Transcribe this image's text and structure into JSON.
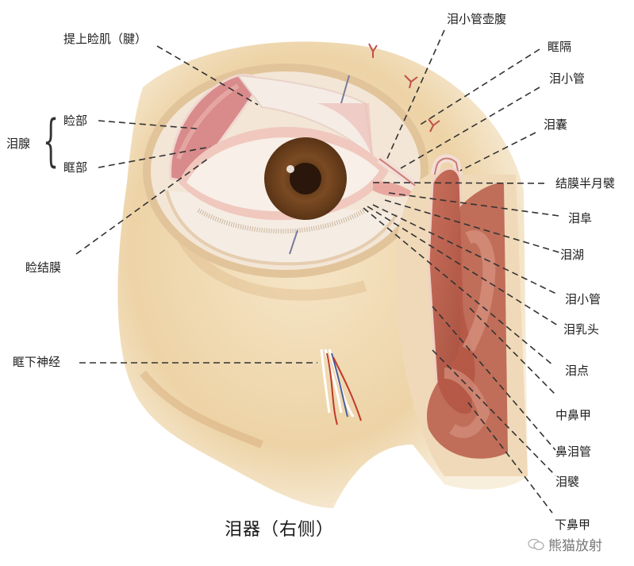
{
  "title": "泪器（右侧）",
  "watermark": {
    "text": "熊猫放射",
    "icon": "wechat-icon"
  },
  "labels": {
    "left": [
      {
        "id": "levator",
        "text": "提上睑肌（腱）"
      },
      {
        "id": "palpebral_part",
        "text": "睑部"
      },
      {
        "id": "lacrimal_gland",
        "text": "泪腺"
      },
      {
        "id": "orbital_part",
        "text": "眶部"
      },
      {
        "id": "palpebral_conjunctiva",
        "text": "睑结膜"
      },
      {
        "id": "infraorbital_nerve",
        "text": "眶下神经"
      }
    ],
    "right": [
      {
        "id": "ampulla",
        "text": "泪小管壶腹"
      },
      {
        "id": "orbital_septum",
        "text": "眶隔"
      },
      {
        "id": "canaliculus_upper",
        "text": "泪小管"
      },
      {
        "id": "lacrimal_sac",
        "text": "泪囊"
      },
      {
        "id": "plica_semilunaris",
        "text": "结膜半月襞"
      },
      {
        "id": "caruncle",
        "text": "泪阜"
      },
      {
        "id": "lacrimal_lake",
        "text": "泪湖"
      },
      {
        "id": "canaliculus_lower",
        "text": "泪小管"
      },
      {
        "id": "lacrimal_papilla",
        "text": "泪乳头"
      },
      {
        "id": "punctum",
        "text": "泪点"
      },
      {
        "id": "middle_concha",
        "text": "中鼻甲"
      },
      {
        "id": "nasolacrimal_duct",
        "text": "鼻泪管"
      },
      {
        "id": "lacrimal_fold",
        "text": "泪襞"
      },
      {
        "id": "inferior_concha",
        "text": "下鼻甲"
      }
    ]
  },
  "colors": {
    "skin": "#f1dcb5",
    "skin_shadow": "#d9b27f",
    "sclera": "#f7efe8",
    "iris": "#7a4a22",
    "pupil": "#2a160a",
    "gland": "#d98a8a",
    "mucosa": "#b8594a",
    "leader": "#333333"
  }
}
